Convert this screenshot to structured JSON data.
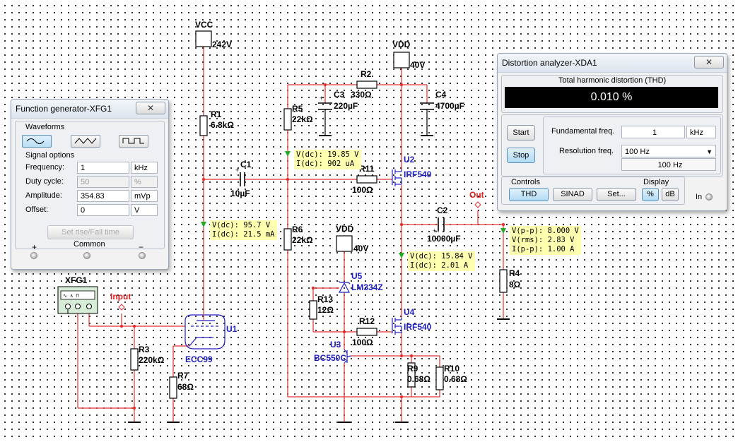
{
  "schematic": {
    "nodes": {
      "vcc": {
        "name": "VCC",
        "value": "242V"
      },
      "vdd1": {
        "name": "VDD",
        "value": "40V"
      },
      "vdd2": {
        "name": "VDD",
        "value": "40V"
      }
    },
    "components": {
      "r1": {
        "ref": "R1",
        "value": "6.8kΩ"
      },
      "r2": {
        "ref": "R2",
        "value": "330Ω"
      },
      "r3": {
        "ref": "R3",
        "value": "220kΩ"
      },
      "r4": {
        "ref": "R4",
        "value": "8Ω"
      },
      "r5": {
        "ref": "R5",
        "value": "22kΩ"
      },
      "r6": {
        "ref": "R6",
        "value": "22kΩ"
      },
      "r7": {
        "ref": "R7",
        "value": "68Ω"
      },
      "r9": {
        "ref": "R9",
        "value": "0.68Ω"
      },
      "r10": {
        "ref": "R10",
        "value": "0.68Ω"
      },
      "r11": {
        "ref": "R11",
        "value": "100Ω"
      },
      "r12": {
        "ref": "R12",
        "value": "100Ω"
      },
      "r13": {
        "ref": "R13",
        "value": "12Ω"
      },
      "c1": {
        "ref": "C1",
        "value": "10µF"
      },
      "c2": {
        "ref": "C2",
        "value": "10000µF"
      },
      "c3": {
        "ref": "C3",
        "value": "220µF"
      },
      "c4": {
        "ref": "C4",
        "value": "4700µF"
      },
      "u1": {
        "ref": "U1",
        "part": "ECC99"
      },
      "u2": {
        "ref": "U2",
        "part": "IRF540"
      },
      "u3": {
        "ref": "U3",
        "part": "BC550C"
      },
      "u4": {
        "ref": "U4",
        "part": "IRF540"
      },
      "u5": {
        "ref": "U5",
        "part": "LM334Z"
      },
      "xfg1": {
        "ref": "XFG1"
      }
    },
    "net_labels": {
      "input": "Input",
      "out": "Out"
    },
    "probes": [
      {
        "lines": [
          "V(dc): 19.85 V",
          "I(dc): 902 uA"
        ]
      },
      {
        "lines": [
          "V(dc): 95.7 V",
          "I(dc): 21.5 mA"
        ]
      },
      {
        "lines": [
          "V(dc): 15.84 V",
          "I(dc): 2.01 A"
        ]
      },
      {
        "lines": [
          "V(p-p): 8.000 V",
          "V(rms): 2.83 V",
          "I(p-p): 1.00 A"
        ]
      }
    ]
  },
  "function_generator": {
    "title": "Function generator-XFG1",
    "close": "✕",
    "waveforms_label": "Waveforms",
    "waveforms": [
      "sine-wave",
      "triangle-wave",
      "square-wave"
    ],
    "signal_options_label": "Signal options",
    "fields": [
      {
        "label": "Frequency:",
        "value": "1",
        "unit": "kHz"
      },
      {
        "label": "Duty cycle:",
        "value": "50",
        "unit": "%"
      },
      {
        "label": "Amplitude:",
        "value": "354.83",
        "unit": "mVp"
      },
      {
        "label": "Offset:",
        "value": "0",
        "unit": "V"
      }
    ],
    "rise_fall_button": "Set rise/Fall time",
    "terminals": {
      "plus": "+",
      "common": "Common",
      "minus": "−"
    }
  },
  "distortion_analyzer": {
    "title": "Distortion analyzer-XDA1",
    "close": "✕",
    "header": "Total harmonic distortion (THD)",
    "reading": "0.010 %",
    "start": "Start",
    "stop": "Stop",
    "fundamental_label": "Fundamental freq.",
    "fundamental_value": "1",
    "fundamental_unit": "kHz",
    "resolution_label": "Resolution freq.",
    "resolution_value": "100 Hz",
    "resolution_display": "100 Hz",
    "controls_label": "Controls",
    "controls": [
      "THD",
      "SINAD",
      "Set..."
    ],
    "display_label": "Display",
    "display_opts": [
      "%",
      "dB"
    ],
    "in_label": "In"
  },
  "colors": {
    "wire": "#e23030",
    "blue": "#1d1dc0",
    "probe_bg": "#ffffb0",
    "probe_marker": "#22aa22"
  }
}
